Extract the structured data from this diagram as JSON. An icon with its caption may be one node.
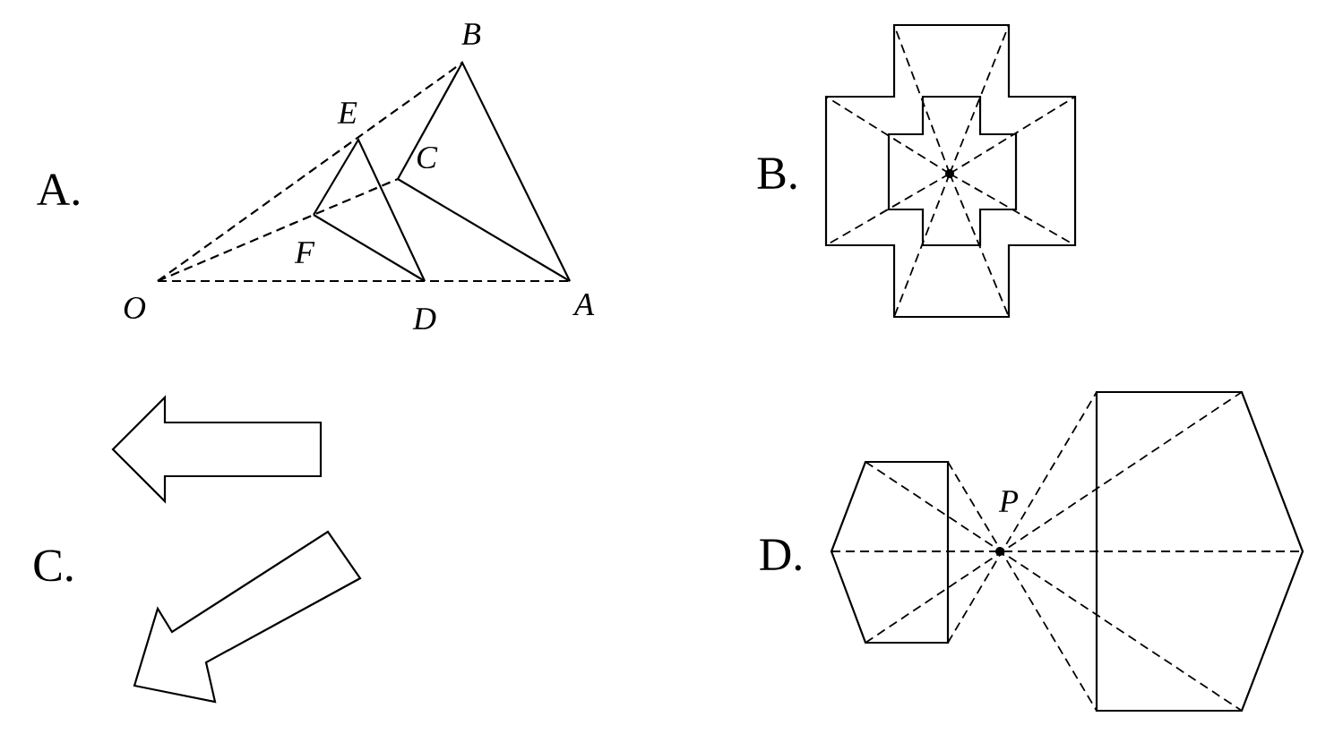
{
  "diagram": {
    "labels": [
      "A.",
      "B",
      "E",
      "C",
      "F",
      "O",
      "D",
      "A",
      "B.",
      "C.",
      "P",
      "D."
    ]
  }
}
